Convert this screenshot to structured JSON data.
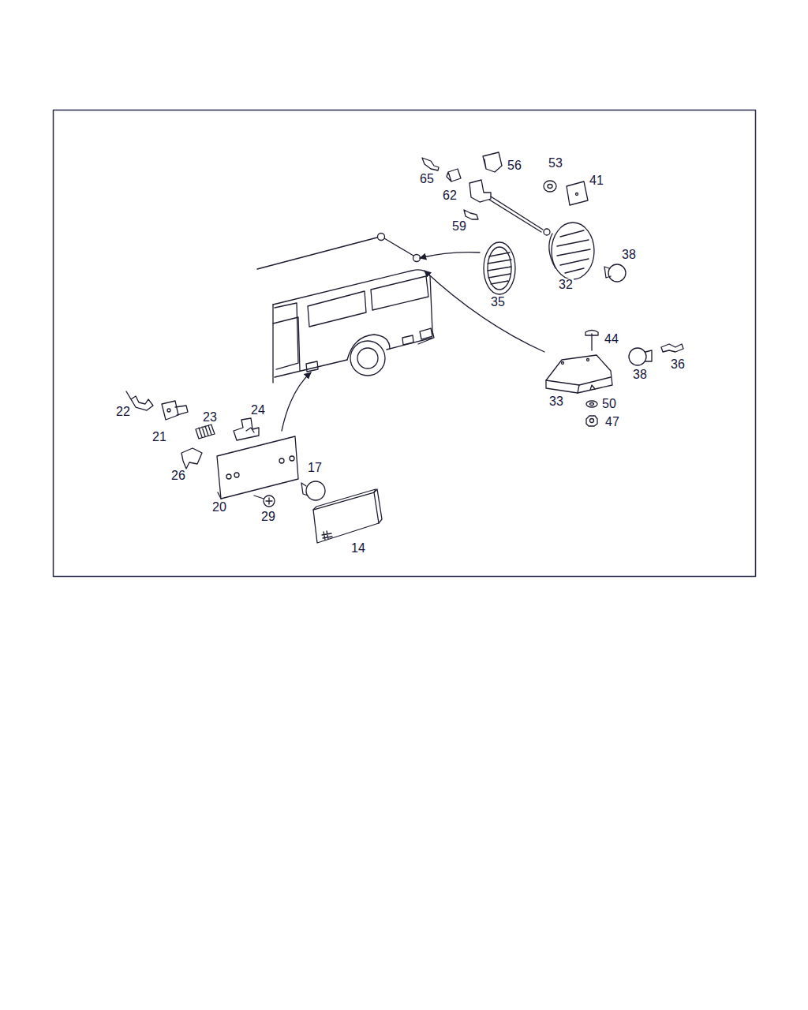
{
  "diagram": {
    "labels": [
      "56",
      "53",
      "41",
      "65",
      "62",
      "59",
      "38",
      "32",
      "35",
      "44",
      "38",
      "36",
      "33",
      "50",
      "47",
      "22",
      "24",
      "23",
      "21",
      "26",
      "17",
      "20",
      "29",
      "14"
    ]
  }
}
